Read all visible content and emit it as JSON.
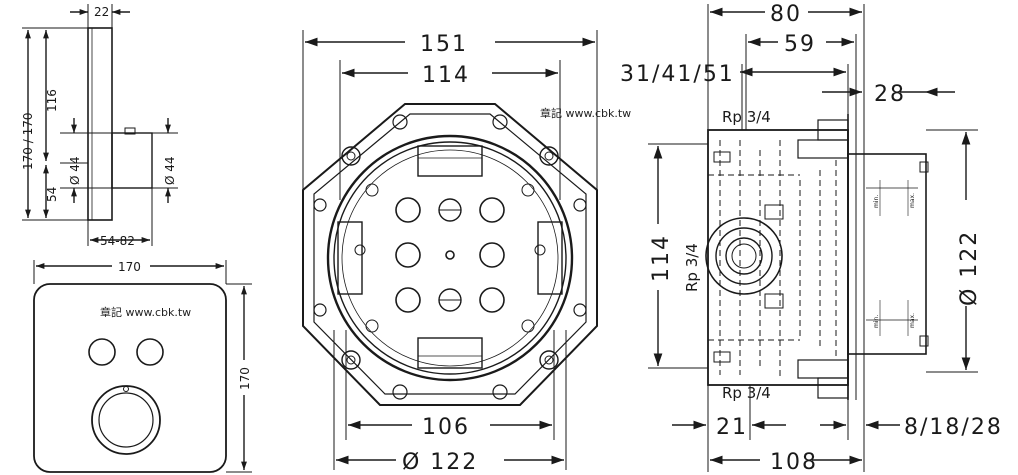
{
  "watermark": "章記 www.cbk.tw",
  "side_view": {
    "dim_depth": "22",
    "dim_height": "170 / 170",
    "dim_upper": "116",
    "dim_lower": "54",
    "dim_knob_dia_left": "Ø 44",
    "dim_knob_dia_right": "Ø 44",
    "dim_range": "54-82"
  },
  "front_view": {
    "dim_width": "170",
    "dim_height": "170"
  },
  "body_view": {
    "dim_outer": "151",
    "dim_inner": "114",
    "dim_bottom": "106",
    "dim_diameter": "Ø 122"
  },
  "section_view": {
    "dim_80": "80",
    "dim_59": "59",
    "dim_31_41_51": "31/41/51",
    "dim_28": "28",
    "rp_top": "Rp 3/4",
    "rp_mid": "Rp 3/4",
    "rp_bottom": "Rp 3/4",
    "dim_114": "114",
    "dim_122": "Ø 122",
    "dim_21": "21",
    "dim_8_18_28": "8/18/28",
    "dim_108": "108",
    "min_label": "min.",
    "max_label": "max."
  }
}
